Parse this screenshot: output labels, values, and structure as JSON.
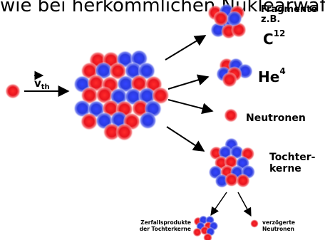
{
  "caption": "wie bei herkömmlichen Nuklearwaffen.",
  "projectile_label": {
    "vector": "v",
    "subscript": "th"
  },
  "products": {
    "fragments": {
      "line1": "Fragmente",
      "line2": "z.B.",
      "symbol": "C",
      "mass": "12"
    },
    "helium": {
      "symbol": "He",
      "mass": "4"
    },
    "neutrons": {
      "label": "Neutronen"
    },
    "daughter": {
      "line1": "Tochter-",
      "line2": "kerne"
    }
  },
  "decay": {
    "products": {
      "line1": "Zerfallsprodukte",
      "line2": "der Tochterkerne"
    },
    "delayed": {
      "line1": "verzögerte",
      "line2": "Neutronen"
    }
  },
  "colors": {
    "proton": "#e8141e",
    "neutron": "#2b3be0",
    "arrow": "#000000",
    "text": "#000000"
  }
}
